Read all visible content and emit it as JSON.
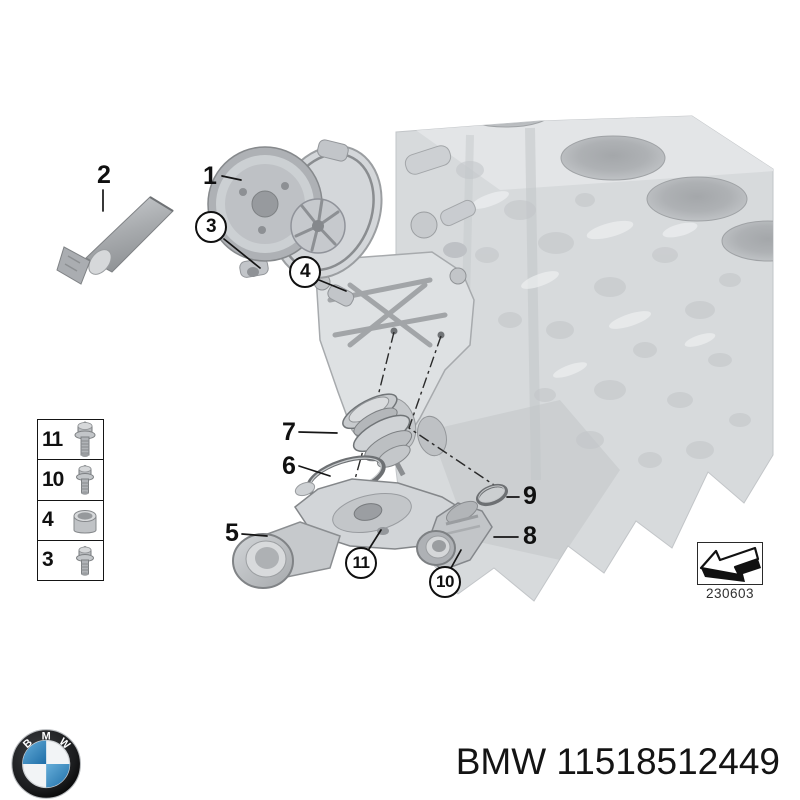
{
  "diagram": {
    "stamp_code": "230603",
    "callouts": {
      "c1": "1",
      "c2": "2",
      "c3": "3",
      "c4": "4",
      "c5": "5",
      "c6": "6",
      "c7": "7",
      "c8": "8",
      "c9": "9",
      "c10": "10",
      "c11": "11"
    },
    "legend_rows": [
      {
        "label": "11",
        "part": "flange-bolt-long"
      },
      {
        "label": "10",
        "part": "flange-bolt-short"
      },
      {
        "label": "4",
        "part": "sleeve-bushing"
      },
      {
        "label": "3",
        "part": "flange-bolt-short"
      }
    ]
  },
  "footer": {
    "part_number": "BMW 11518512449",
    "logo_letters": {
      "b": "B",
      "m": "M",
      "w": "W"
    }
  },
  "colors": {
    "logo_blue": "#3490c8",
    "logo_black": "#1b1c1e",
    "line_black": "#161616"
  }
}
